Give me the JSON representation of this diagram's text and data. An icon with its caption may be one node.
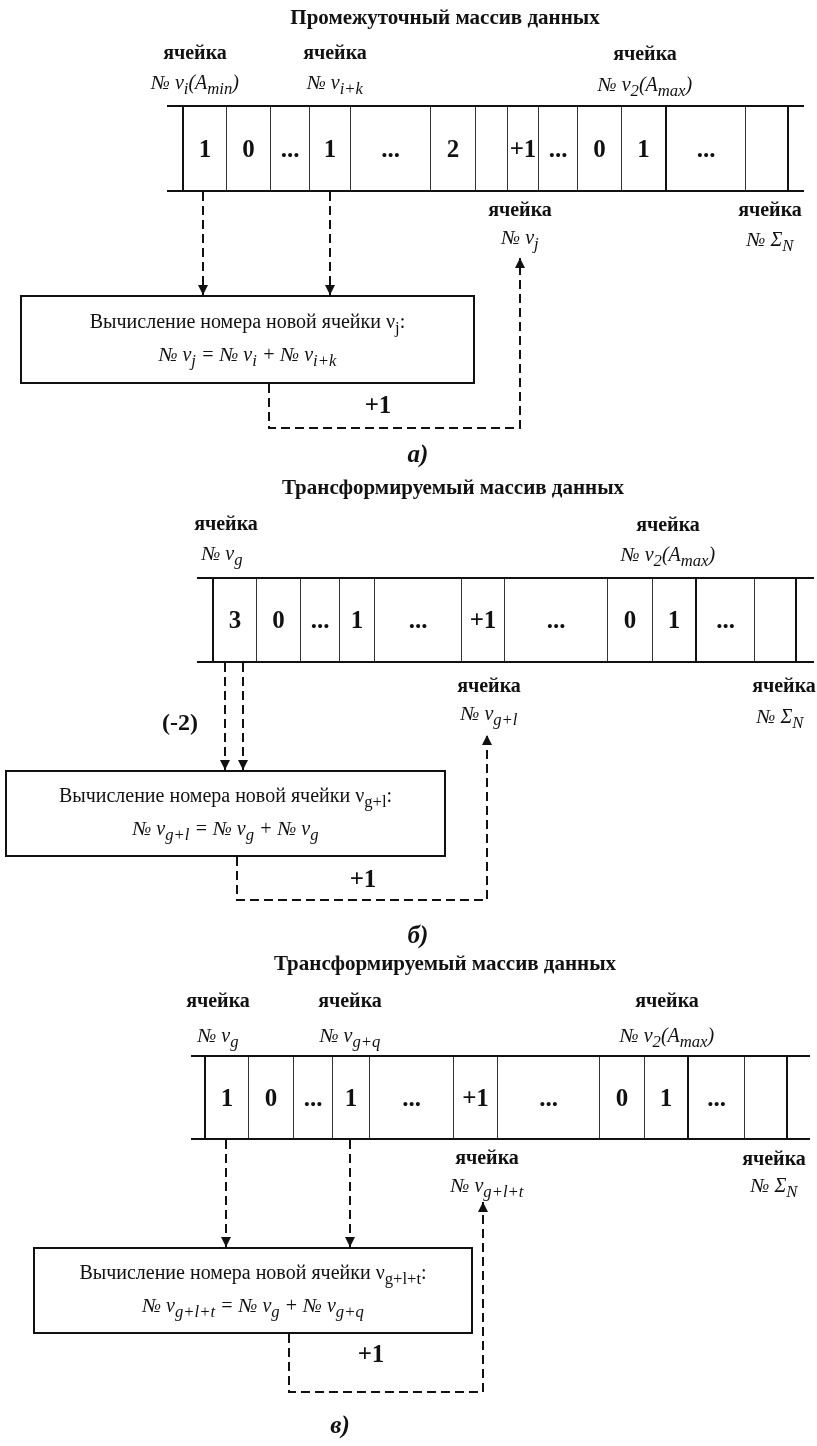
{
  "diagram": {
    "nodes": [
      {
        "text": [
          "Промежуточный массив данных"
        ]
      },
      {
        "text": [
          "1"
        ],
        "in": 0
      },
      {
        "text": [
          "0"
        ],
        "in": 0
      },
      {
        "text": [
          "..."
        ],
        "in": 0
      },
      {
        "text": [
          "1"
        ],
        "in": 0
      },
      {
        "text": [
          "..."
        ],
        "in": 0
      },
      {
        "text": [
          "2"
        ],
        "in": 0
      },
      {
        "text": [],
        "shape": "box",
        "in": 0
      },
      {
        "text": [
          "+1"
        ],
        "in": 0
      },
      {
        "text": [
          "..."
        ],
        "in": 0
      },
      {
        "text": [
          "0"
        ],
        "in": 0
      },
      {
        "text": [
          "1"
        ],
        "in": 0
      },
      {
        "text": [
          "..."
        ],
        "in": 0
      },
      {
        "text": [],
        "shape": "box",
        "in": 0
      },
      {
        "text": [
          "ячейка",
          "№ ν$_{j}$"
        ]
      },
      {
        "text": [
          "Вычисление номера новой ячейки ν$_{j}$:",
          "№ ν$_{j}$ = № ν$_{i}$ + № ν$_{i+k}$"
        ]
      },
      {
        "text": [
          "Трансформируемый массив данных"
        ]
      },
      {
        "text": [
          "3"
        ],
        "in": 16
      },
      {
        "text": [
          "0"
        ],
        "in": 16
      },
      {
        "text": [
          "..."
        ],
        "in": 16
      },
      {
        "text": [
          "1"
        ],
        "in": 16
      },
      {
        "text": [
          "..."
        ],
        "in": 16
      },
      {
        "text": [
          "+1"
        ],
        "in": 16
      },
      {
        "text": [
          "..."
        ],
        "in": 16
      },
      {
        "text": [
          "0"
        ],
        "in": 16
      },
      {
        "text": [
          "1"
        ],
        "in": 16
      },
      {
        "text": [
          "..."
        ],
        "in": 16
      },
      {
        "text": [],
        "shape": "box",
        "in": 16
      },
      {
        "text": [
          "ячейка",
          "№ ν$_{g+l}$"
        ]
      },
      {
        "text": [
          "Вычисление номера новой ячейки ν$_{g+l}$:",
          "№ ν$_{g+l}$ = № ν$_{g}$ + № ν$_{g}$"
        ]
      },
      {
        "text": [
          "Трансформируемый массив данных"
        ]
      },
      {
        "text": [
          "1"
        ],
        "in": 30
      },
      {
        "text": [
          "0"
        ],
        "in": 30
      },
      {
        "text": [
          "..."
        ],
        "in": 30
      },
      {
        "text": [
          "1"
        ],
        "in": 30
      },
      {
        "text": [
          "..."
        ],
        "in": 30
      },
      {
        "text": [
          "+1"
        ],
        "in": 30
      },
      {
        "text": [
          "..."
        ],
        "in": 30
      },
      {
        "text": [
          "0"
        ],
        "in": 30
      },
      {
        "text": [
          "1"
        ],
        "in": 30
      },
      {
        "text": [
          "..."
        ],
        "in": 30
      },
      {
        "text": [],
        "shape": "box",
        "in": 30
      },
      {
        "text": [
          "ячейка",
          "№ ν$_{g+l+t}$"
        ]
      },
      {
        "text": [
          "Вычисление номера новой ячейки ν$_{g+l+t}$:",
          "№ ν$_{g+l+t}$ = № ν$_{g}$ + № ν$_{g+q}$"
        ]
      }
    ],
    "edges": [
      {
        "from": 1,
        "to": 15,
        "arrow": "to",
        "style": "dashed"
      },
      {
        "from": 4,
        "to": 15,
        "arrow": "to",
        "style": "dashed"
      },
      {
        "from": 15,
        "to": 14,
        "arrow": "to",
        "style": "dashed",
        "label": "+1"
      },
      {
        "from": 17,
        "to": 29,
        "arrow": "to",
        "style": "dashed"
      },
      {
        "from": 17,
        "to": 29,
        "arrow": "to",
        "style": "dashed"
      },
      {
        "from": 29,
        "to": 28,
        "arrow": "to",
        "style": "dashed",
        "label": "+1"
      },
      {
        "from": 31,
        "to": 43,
        "arrow": "to",
        "style": "dashed"
      },
      {
        "from": 34,
        "to": 43,
        "arrow": "to",
        "style": "dashed"
      },
      {
        "from": 43,
        "to": 42,
        "arrow": "to",
        "style": "dashed",
        "label": "+1"
      }
    ],
    "labels": [
      "ячейка",
      "№ ν$_{i}$(A$_{min}$)",
      "ячейка",
      "№ ν$_{i+k}$",
      "ячейка",
      "№ ν$_{2}$(A$_{max}$)",
      "ячейка",
      "№ Σ$_{N}$",
      "а)",
      "ячейка",
      "№ ν$_{g}$",
      "ячейка",
      "№ ν$_{2}$(A$_{max}$)",
      "ячейка",
      "№ Σ$_{N}$",
      "(-2)",
      "б)",
      "ячейка",
      "№ ν$_{g}$",
      "ячейка",
      "№ ν$_{g+q}$",
      "ячейка",
      "№ ν$_{2}$(A$_{max}$)",
      "ячейка",
      "№ Σ$_{N}$",
      "в)"
    ]
  }
}
